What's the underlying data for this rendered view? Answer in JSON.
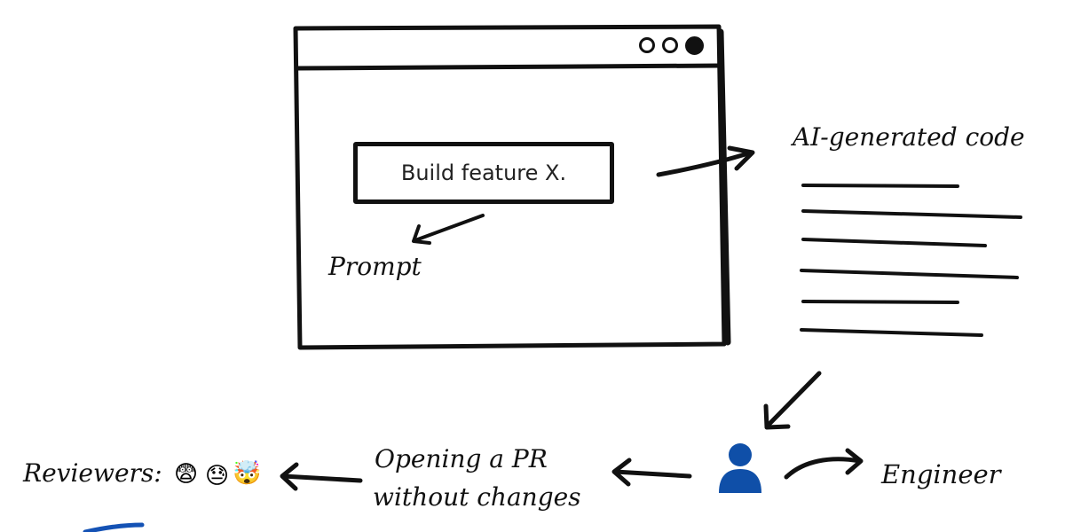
{
  "window": {
    "prompt_text": "Build feature X.",
    "dots": [
      "empty",
      "empty",
      "filled"
    ]
  },
  "labels": {
    "prompt": "Prompt",
    "ai_code": "AI-generated code",
    "engineer": "Engineer",
    "opening_pr_line1": "Opening a PR",
    "opening_pr_line2": "without changes",
    "reviewers": "Reviewers:"
  },
  "reviewer_emojis": [
    "😨",
    "😓",
    "🤯"
  ],
  "icons": {
    "engineer": "person-icon"
  },
  "colors": {
    "ink": "#111111",
    "person": "#0f4fa8",
    "accent_stroke": "#1452b5"
  }
}
